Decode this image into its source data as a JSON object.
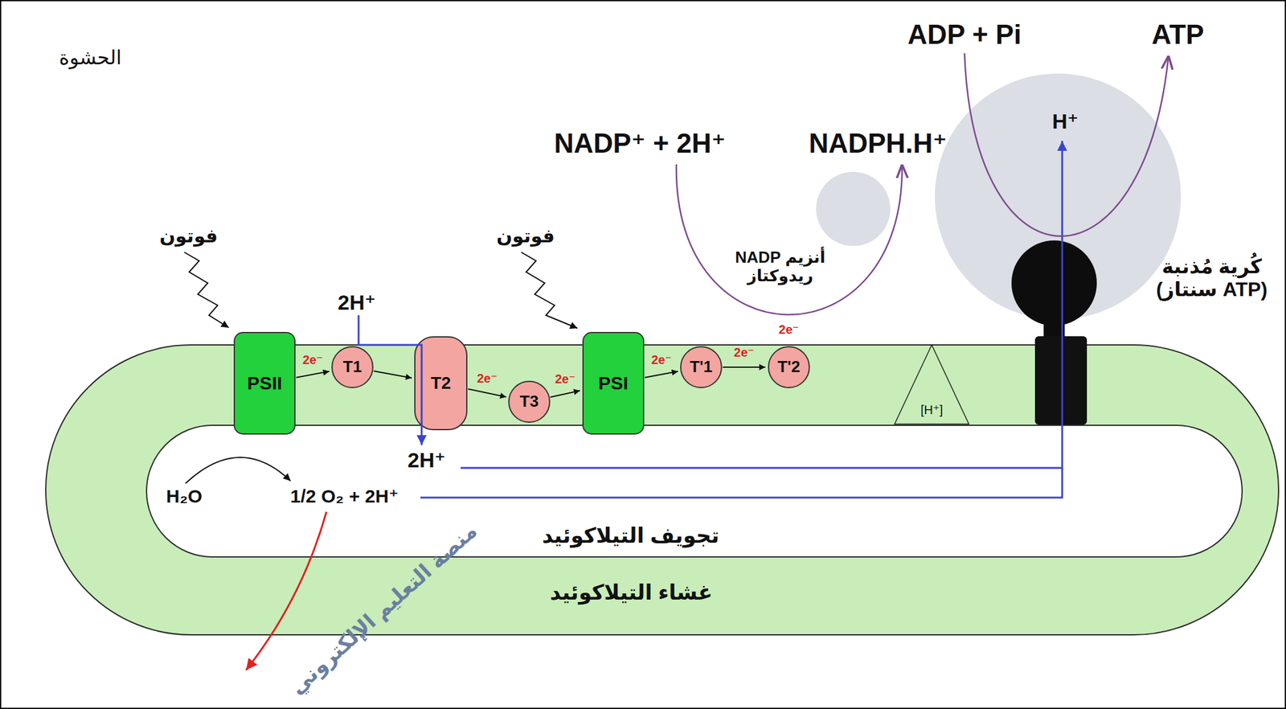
{
  "diagram": {
    "nodes": [
      {
        "text": [
          "غشاء التيلاكوئيد"
        ]
      },
      {
        "text": [
          "تجويف التيلاكوئيد"
        ],
        "in": 0
      },
      {
        "text": [
          "PSII"
        ],
        "in": 0
      },
      {
        "text": [
          "T1"
        ],
        "in": 0
      },
      {
        "text": [
          "T2"
        ],
        "in": 0
      },
      {
        "text": [
          "T3"
        ],
        "in": 0
      },
      {
        "text": [
          "PSI"
        ],
        "in": 0
      },
      {
        "text": [
          "T'1"
        ],
        "in": 0
      },
      {
        "text": [
          "T'2"
        ],
        "in": 0
      },
      {
        "text": [
          "[H⁺]"
        ],
        "in": 0
      },
      {
        "text": [
          "كُرية مُذنبة (ATP سنتاز)"
        ],
        "in": 0
      }
    ],
    "edges": [
      {
        "from": 2,
        "to": 3,
        "label": "2e⁻",
        "arrow": "to"
      },
      {
        "from": 3,
        "to": 4,
        "arrow": "to"
      },
      {
        "from": 4,
        "to": 5,
        "label": "2e⁻",
        "arrow": "to"
      },
      {
        "from": 5,
        "to": 6,
        "label": "2e⁻",
        "arrow": "to"
      },
      {
        "from": 6,
        "to": 7,
        "label": "2e⁻",
        "arrow": "to"
      },
      {
        "from": 7,
        "to": 8,
        "label": "2e⁻",
        "arrow": "to"
      }
    ],
    "labels": [
      "الحشوة",
      "فوتون",
      "فوتون",
      "2H⁺",
      "2H⁺",
      "H₂O",
      "1/2 O₂ + 2H⁺",
      "NADP⁺ + 2H⁺",
      "NADPH.H⁺",
      "ADP + Pi",
      "ATP",
      "H⁺",
      "أنزيم NADP ريدوكتاز",
      "2e⁻",
      "منصة التعليم الإلكتروني"
    ]
  }
}
